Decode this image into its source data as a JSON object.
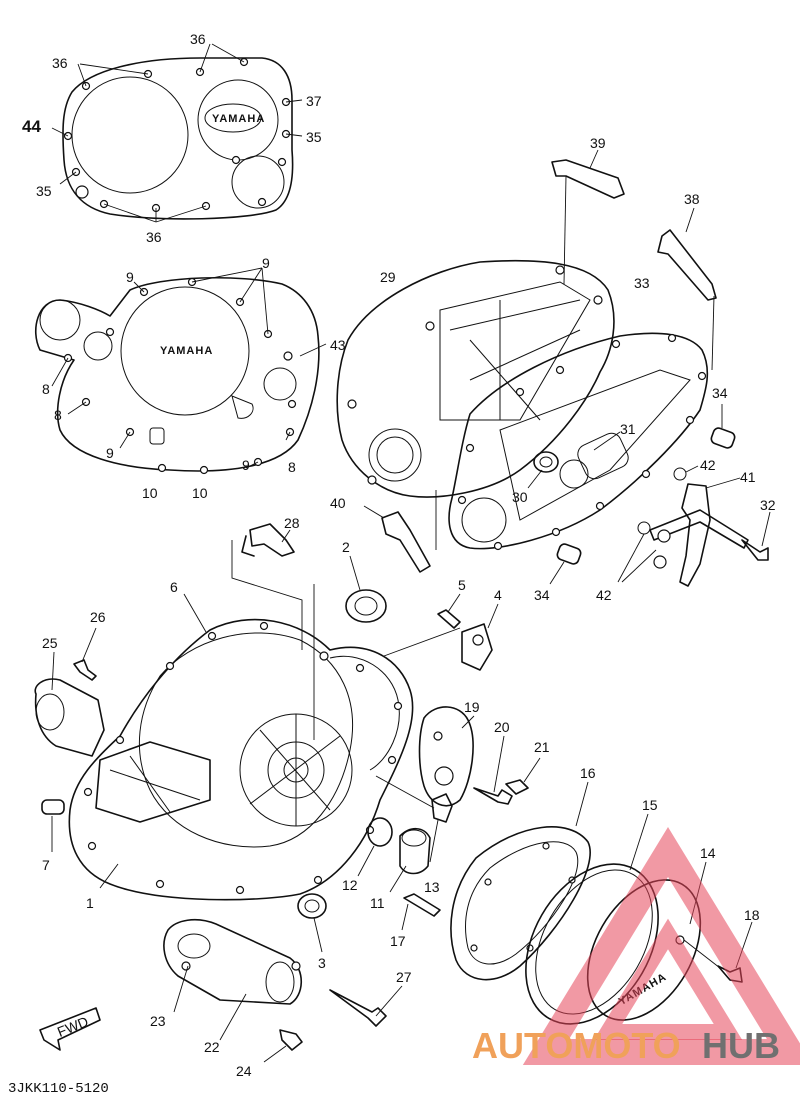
{
  "diagram": {
    "code": "3JKK110-5120",
    "direction_label": "FWD",
    "brand_marks": [
      "YAMAHA",
      "YAMAHA",
      "YAMAHA"
    ],
    "watermark": {
      "part1": "AUTOMOTO",
      "part2": "HUB",
      "color_red": "#e6455a",
      "color_orange": "#f0a15a",
      "color_gray": "#707070"
    },
    "callouts": {
      "c1": "1",
      "c2": "2",
      "c3": "3",
      "c4": "4",
      "c5": "5",
      "c6": "6",
      "c7": "7",
      "c8a": "8",
      "c8b": "8",
      "c8c": "8",
      "c9a": "9",
      "c9b": "9",
      "c9c": "9",
      "c9d": "9",
      "c10a": "10",
      "c10b": "10",
      "c11": "11",
      "c12": "12",
      "c13": "13",
      "c14": "14",
      "c15": "15",
      "c16": "16",
      "c17": "17",
      "c18": "18",
      "c19": "19",
      "c20": "20",
      "c21": "21",
      "c22": "22",
      "c23": "23",
      "c24": "24",
      "c25": "25",
      "c26": "26",
      "c27": "27",
      "c28": "28",
      "c29": "29",
      "c30": "30",
      "c31": "31",
      "c32": "32",
      "c33": "33",
      "c34a": "34",
      "c34b": "34",
      "c35a": "35",
      "c35b": "35",
      "c36a": "36",
      "c36b": "36",
      "c36c": "36",
      "c37": "37",
      "c38": "38",
      "c39": "39",
      "c40": "40",
      "c41": "41",
      "c42a": "42",
      "c42b": "42",
      "c43": "43",
      "c44": "44"
    }
  }
}
